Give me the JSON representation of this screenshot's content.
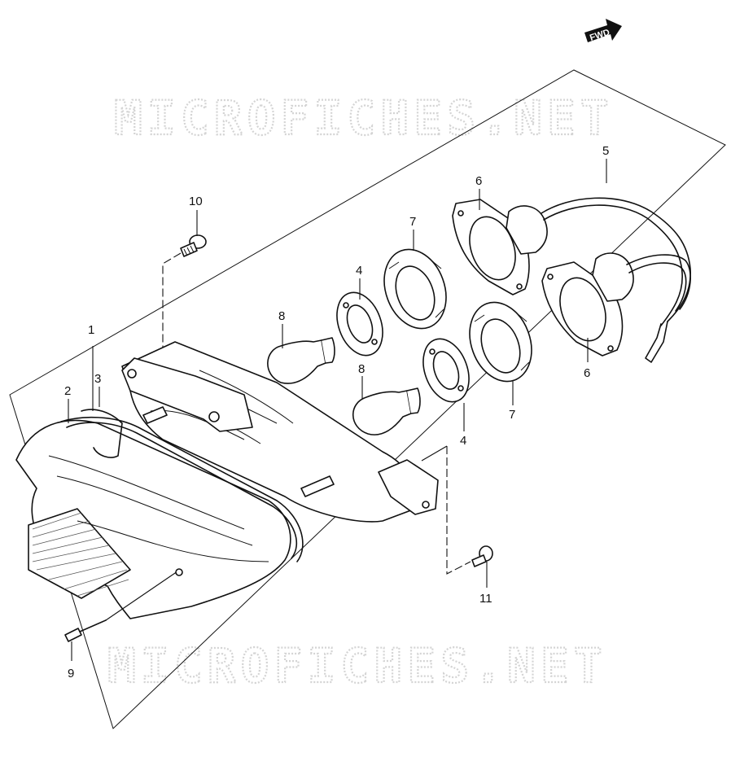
{
  "watermark": {
    "text": "MICROFICHES.NET"
  },
  "direction_badge": {
    "label": "FWD"
  },
  "callouts": [
    {
      "id": "c1",
      "label": "1"
    },
    {
      "id": "c2",
      "label": "2"
    },
    {
      "id": "c3",
      "label": "3"
    },
    {
      "id": "c4a",
      "label": "4"
    },
    {
      "id": "c4b",
      "label": "4"
    },
    {
      "id": "c5",
      "label": "5"
    },
    {
      "id": "c6a",
      "label": "6"
    },
    {
      "id": "c6b",
      "label": "6"
    },
    {
      "id": "c7a",
      "label": "7"
    },
    {
      "id": "c7b",
      "label": "7"
    },
    {
      "id": "c8a",
      "label": "8"
    },
    {
      "id": "c8b",
      "label": "8"
    },
    {
      "id": "c9",
      "label": "9"
    },
    {
      "id": "c10",
      "label": "10"
    },
    {
      "id": "c11",
      "label": "11"
    }
  ]
}
